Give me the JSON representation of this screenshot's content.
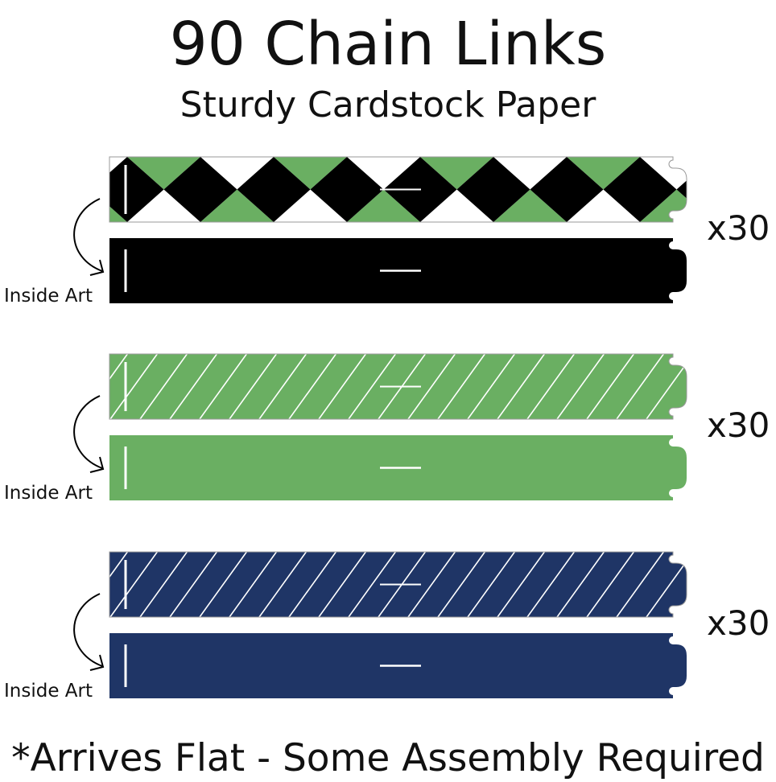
{
  "title": "90 Chain Links",
  "subtitle": "Sturdy Cardstock Paper",
  "footer": "*Arrives Flat - Some Assembly Required",
  "groups": [
    {
      "pattern": "harlequin",
      "outside_colors": [
        "#000000",
        "#6aaf62",
        "#ffffff"
      ],
      "inside_color": "#000000",
      "inside_label": "Inside Art",
      "quantity": "x30"
    },
    {
      "pattern": "diagonal-stripes",
      "outside_colors": [
        "#6aaf62",
        "#ffffff"
      ],
      "inside_color": "#6aaf62",
      "inside_label": "Inside Art",
      "quantity": "x30"
    },
    {
      "pattern": "diagonal-stripes",
      "outside_colors": [
        "#1f3566",
        "#ffffff"
      ],
      "inside_color": "#1f3566",
      "inside_label": "Inside Art",
      "quantity": "x30"
    }
  ]
}
